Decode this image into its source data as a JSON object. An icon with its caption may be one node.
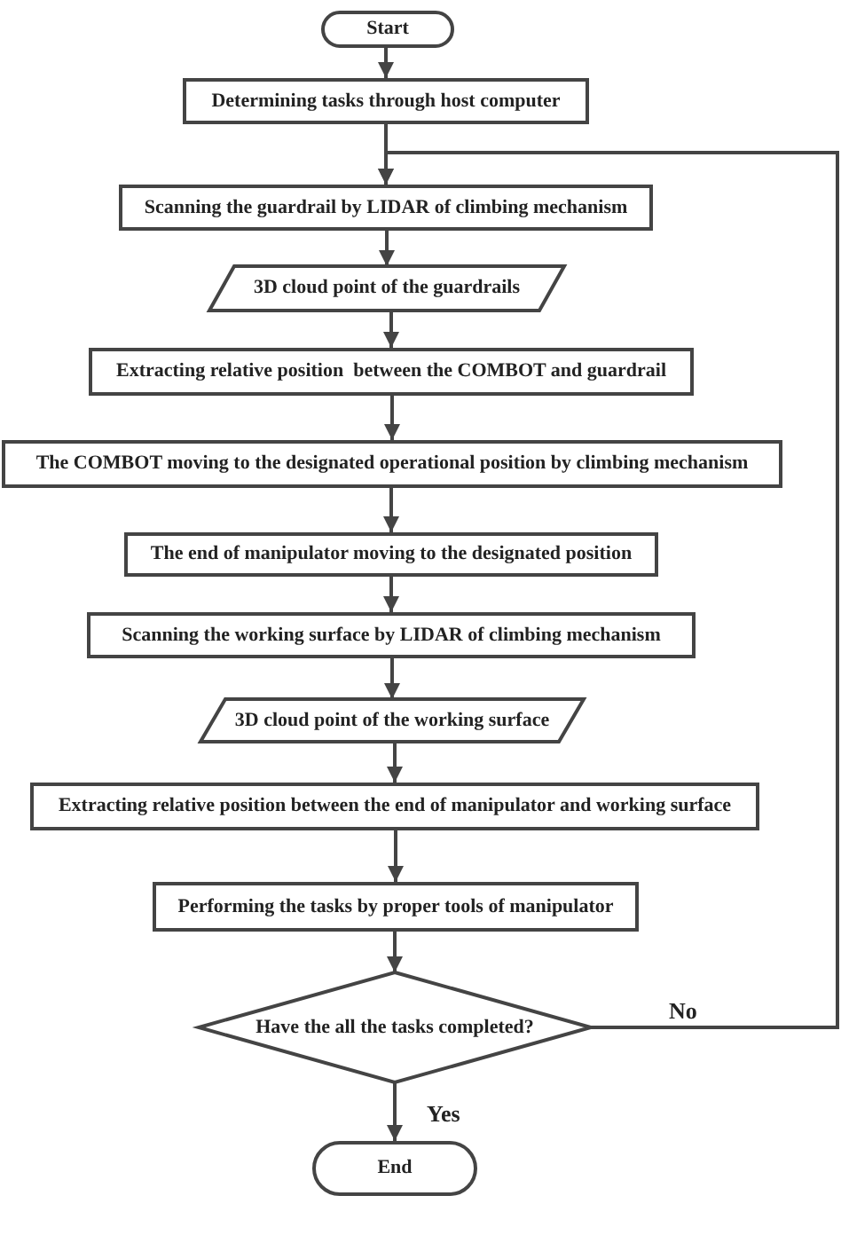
{
  "diagram": {
    "nodes": [
      {
        "text": [
          "Start"
        ]
      },
      {
        "text": [
          "Determining tasks through host computer"
        ]
      },
      {
        "text": [
          "Scanning the guardrail by LIDAR of climbing mechanism"
        ]
      },
      {
        "text": [
          "3D cloud point of the guardrails"
        ]
      },
      {
        "text": [
          "Extracting relative position  between the COMBOT and guardrail"
        ]
      },
      {
        "text": [
          "The COMBOT moving to the designated operational position by climbing mechanism"
        ]
      },
      {
        "text": [
          "The end of manipulator moving to the designated position"
        ]
      },
      {
        "text": [
          "Scanning the working surface by LIDAR of climbing mechanism"
        ]
      },
      {
        "text": [
          "3D cloud point of the working surface"
        ]
      },
      {
        "text": [
          "Extracting relative position between the end of manipulator and working surface"
        ]
      },
      {
        "text": [
          "Performing the tasks by proper tools of manipulator"
        ]
      },
      {
        "text": [
          "Have the all the tasks completed?"
        ]
      },
      {
        "text": [
          "End"
        ]
      }
    ],
    "edges": [
      {
        "from": 0,
        "to": 1,
        "arrow": "to"
      },
      {
        "from": 1,
        "to": 2,
        "arrow": "to"
      },
      {
        "from": 2,
        "to": 3,
        "arrow": "to"
      },
      {
        "from": 3,
        "to": 4,
        "arrow": "to"
      },
      {
        "from": 4,
        "to": 5,
        "arrow": "to"
      },
      {
        "from": 5,
        "to": 6,
        "arrow": "to"
      },
      {
        "from": 6,
        "to": 7,
        "arrow": "to"
      },
      {
        "from": 7,
        "to": 8,
        "arrow": "to"
      },
      {
        "from": 8,
        "to": 9,
        "arrow": "to"
      },
      {
        "from": 9,
        "to": 10,
        "arrow": "to"
      },
      {
        "from": 10,
        "to": 11,
        "arrow": "to"
      },
      {
        "from": 11,
        "to": 12,
        "arrow": "to",
        "label": "Yes"
      },
      {
        "from": 11,
        "to": 2,
        "arrow": "to",
        "label": "No"
      }
    ]
  }
}
